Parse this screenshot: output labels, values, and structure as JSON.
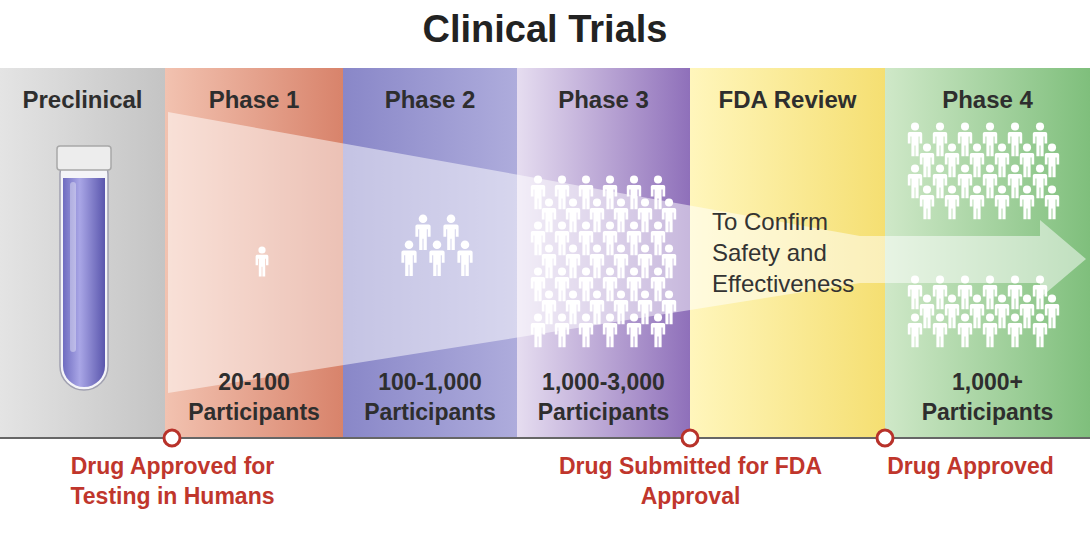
{
  "diagram": {
    "title": "Clinical Trials",
    "nodes": [
      {
        "text": [
          "Preclinical"
        ]
      },
      {
        "text": [
          "Phase 1",
          "20-100 Participants"
        ]
      },
      {
        "text": [
          "Phase 2",
          "100-1,000 Participants"
        ]
      },
      {
        "text": [
          "Phase 3",
          "1,000-3,000 Participants"
        ]
      },
      {
        "text": [
          "FDA Review"
        ]
      },
      {
        "text": [
          "Phase 4",
          "1,000+ Participants"
        ]
      }
    ],
    "edges": [],
    "labels": [
      "To Confirm Safety and Effectiveness",
      "Drug Approved for Testing in Humans",
      "Drug Submitted for FDA Approval",
      "Drug Approved"
    ]
  }
}
